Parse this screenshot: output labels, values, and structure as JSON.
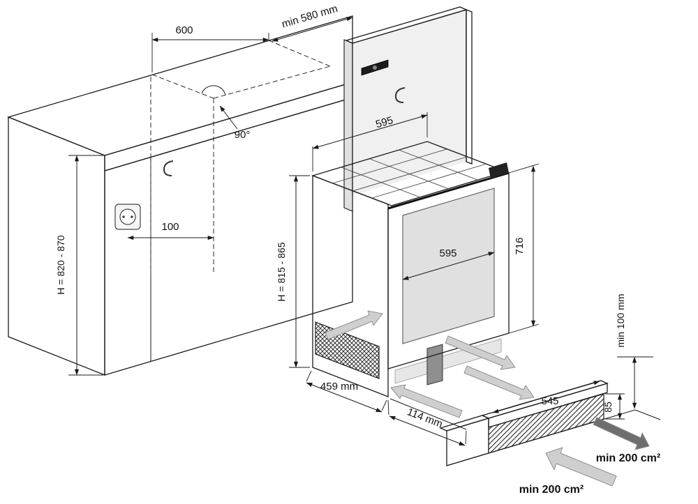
{
  "figure": {
    "type": "built-under appliance installation drawing",
    "labels": {
      "niche_width": "600",
      "min_counter_depth": "min 580 mm",
      "right_angle": "90°",
      "socket_offset": "100",
      "counter_height": "H = 820 - 870",
      "appliance_height": "H = 815 - 865",
      "appliance_top_width": "595",
      "door_width": "595",
      "door_height": "716",
      "appliance_depth": "459 mm",
      "door_projection": "114 mm",
      "plinth_cutout_width": "545",
      "plinth_cutout_height": "85",
      "plinth_min_height": "min 100 mm",
      "air_outlet_area": "min 200 cm²",
      "air_inlet_area": "min 200 cm²"
    },
    "colors": {
      "line": "#1a1a1a",
      "panel_light": "#f1f1f1",
      "panel_mid": "#e2e2e2",
      "door_frame": "#acacac",
      "glass": "#e0e0e0",
      "arrow_light": "#cfcfcf",
      "arrow_dark": "#6e6e6e"
    }
  }
}
